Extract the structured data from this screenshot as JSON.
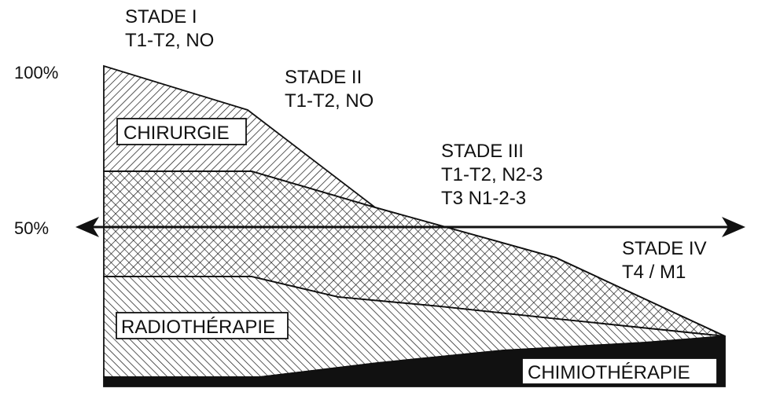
{
  "axis": {
    "y_labels": [
      "100%",
      "50%"
    ]
  },
  "stages": [
    {
      "name": "STADE I",
      "detail": [
        "T1-T2, NO"
      ]
    },
    {
      "name": "STADE II",
      "detail": [
        "T1-T2, NO"
      ]
    },
    {
      "name": "STADE III",
      "detail": [
        "T1-T2, N2-3",
        "T3 N1-2-3"
      ]
    },
    {
      "name": "STADE IV",
      "detail": [
        "T4 / M1"
      ]
    }
  ],
  "treatments": {
    "surgery": "CHIRURGIE",
    "radiotherapy": "RADIOTHÉRAPIE",
    "chemotherapy": "CHIMIOTHÉRAPIE"
  },
  "colors": {
    "ink": "#111111",
    "background": "#ffffff"
  }
}
